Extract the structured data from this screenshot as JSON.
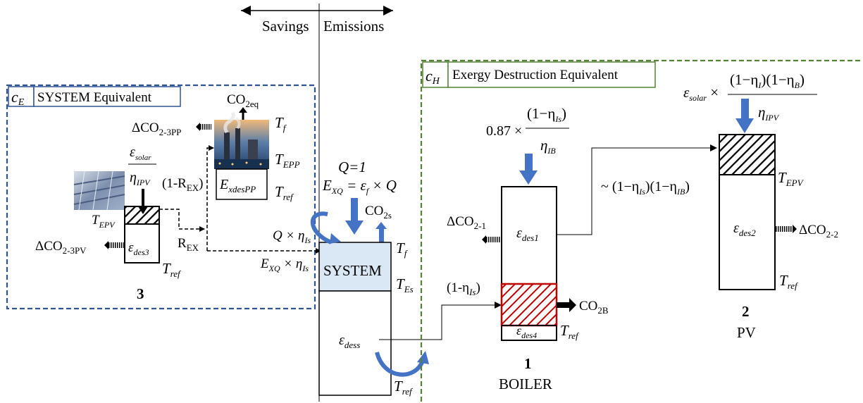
{
  "header": {
    "savings": "Savings",
    "emissions": "Emissions"
  },
  "left_panel": {
    "tag": "c",
    "tag_sub": "E",
    "title": "SYSTEM Equivalent",
    "co2_eq": "CO",
    "co2_eq_sub": "2eq",
    "delta_co2_3pp": "ΔCO",
    "delta_co2_3pp_sub": "2-3PP",
    "t_f": "T",
    "t_f_sub": "f",
    "t_epp": "T",
    "t_epp_sub": "EPP",
    "t_ref_pp": "T",
    "t_ref_pp_sub": "ref",
    "exdespp": "E",
    "exdespp_sub": "xdesPP",
    "eps_solar_num": "ε",
    "eps_solar_num_sub": "solar",
    "eta_ipv_den": "η",
    "eta_ipv_den_sub": "IPV",
    "one_minus_rex": "(1-R",
    "one_minus_rex_sub": "EX",
    "one_minus_rex_close": ")",
    "r_ex": "R",
    "r_ex_sub": "EX",
    "t_epv": "T",
    "t_epv_sub": "EPV",
    "eps_des3": "ε",
    "eps_des3_sub": "des3",
    "delta_co2_3pv": "ΔCO",
    "delta_co2_3pv_sub": "2-3PV",
    "t_ref_3": "T",
    "t_ref_3_sub": "ref",
    "label_num": "3"
  },
  "system": {
    "q_eq": "Q=1",
    "exq_eq": "E",
    "exq_eq_sub": "XQ",
    "exq_eq_rest": " = ε",
    "exq_eq_rest_sub": "f",
    "exq_eq_tail": " × Q",
    "co2s": "CO",
    "co2s_sub": "2s",
    "q_eta": "Q × η",
    "q_eta_sub": "Is",
    "exq_eta": "E",
    "exq_eta_sub": "XQ",
    "exq_eta_rest": " × η",
    "exq_eta_rest_sub": "Is",
    "label": "SYSTEM",
    "t_f": "T",
    "t_f_sub": "f",
    "t_es": "T",
    "t_es_sub": "Es",
    "eps_dess": "ε",
    "eps_dess_sub": "dess",
    "t_ref": "T",
    "t_ref_sub": "ref"
  },
  "right_panel": {
    "tag": "c",
    "tag_sub": "H",
    "title": "Exergy Destruction Equivalent",
    "boiler_factor": "0.87 ×",
    "boiler_num": "(1−η",
    "boiler_num_sub": "Is",
    "boiler_num_close": ")",
    "boiler_den": "η",
    "boiler_den_sub": "IB",
    "transfer": "~ (1−η",
    "transfer_sub": "Is",
    "transfer_mid": ")(1−η",
    "transfer_sub2": "IB",
    "transfer_close": ")",
    "delta_co2_21": "ΔCO",
    "delta_co2_21_sub": "2-1",
    "eps_des1": "ε",
    "eps_des1_sub": "des1",
    "one_minus_eta_is": "(1-η",
    "one_minus_eta_is_sub": "Is",
    "one_minus_eta_is_close": ")",
    "co2b": "CO",
    "co2b_sub": "2B",
    "eps_des4": "ε",
    "eps_des4_sub": "des4",
    "t_ref_1": "T",
    "t_ref_1_sub": "ref",
    "boiler_num_label": "1",
    "boiler_name": "BOILER",
    "pv_factor": "ε",
    "pv_factor_sub": "solar",
    "pv_factor_times": " ×",
    "pv_num": "(1−η",
    "pv_num_sub": "I",
    "pv_num_mid": ")(1−η",
    "pv_num_sub2": "B",
    "pv_num_close": ")",
    "eta_ipv": "η",
    "eta_ipv_sub": "IPV",
    "t_epv": "T",
    "t_epv_sub": "EPV",
    "eps_des2": "ε",
    "eps_des2_sub": "des2",
    "delta_co2_22": "ΔCO",
    "delta_co2_22_sub": "2-2",
    "t_ref_2": "T",
    "t_ref_2_sub": "ref",
    "pv_num_label": "2",
    "pv_name": "PV"
  },
  "colors": {
    "blue_dashed": "#2F5597",
    "green_dashed": "#548235",
    "arrow_blue": "#4472C4",
    "system_fill": "#DAE7F5",
    "red_hatch": "#C00000"
  }
}
